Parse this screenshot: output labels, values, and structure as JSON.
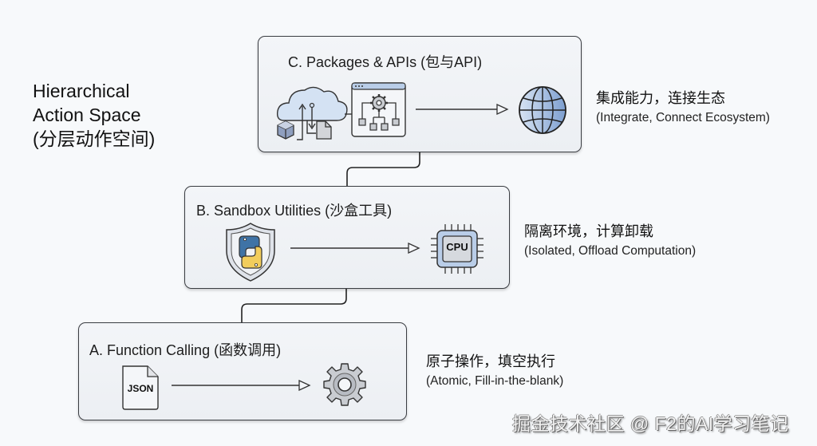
{
  "title": {
    "line1": "Hierarchical",
    "line2": "Action Space",
    "line3": "(分层动作空间)"
  },
  "layers": {
    "c": {
      "label": "C. Packages & APIs (包与API)",
      "desc_zh": "集成能力，连接生态",
      "desc_en": "(Integrate, Connect Ecosystem)",
      "icons": [
        "cloud-icon",
        "cube-icon",
        "document-icon",
        "api-gear-window-icon",
        "arrow-right-icon",
        "globe-icon"
      ]
    },
    "b": {
      "label": "B. Sandbox Utilities (沙盒工具)",
      "desc_zh": "隔离环境，计算卸载",
      "desc_en": "(Isolated, Offload Computation)",
      "cpu_label": "CPU",
      "icons": [
        "python-shield-icon",
        "arrow-right-icon",
        "cpu-chip-icon"
      ]
    },
    "a": {
      "label": "A. Function Calling (函数调用)",
      "desc_zh": "原子操作，填空执行",
      "desc_en": "(Atomic, Fill-in-the-blank)",
      "json_label": "JSON",
      "icons": [
        "json-file-icon",
        "arrow-right-icon",
        "gear-icon"
      ]
    }
  },
  "watermark": "掘金技术社区 @ F2的AI学习笔记",
  "colors": {
    "border": "#3a3d42",
    "box_bg": "#eff2f5",
    "icon_blue": "#b9cde8",
    "icon_gray": "#c9ccd1",
    "python_blue": "#3f73a6",
    "python_yellow": "#f2cd5c"
  }
}
